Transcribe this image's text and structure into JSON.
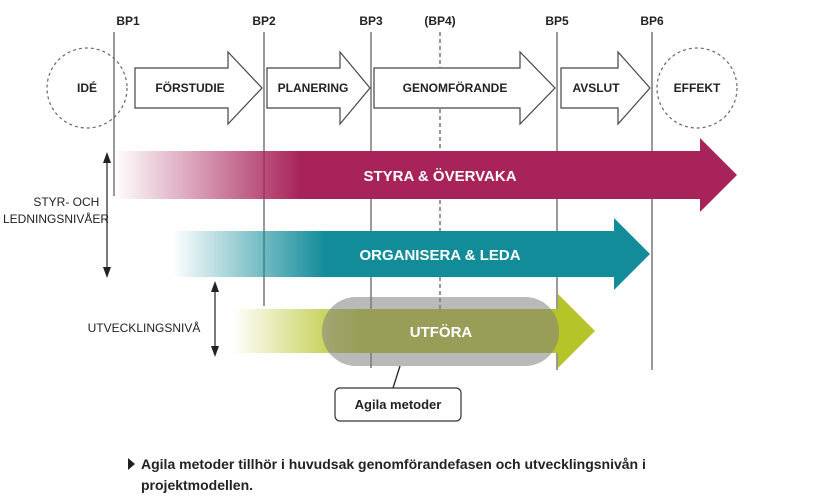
{
  "milestones": [
    "BP1",
    "BP2",
    "BP3",
    "(BP4)",
    "BP5",
    "BP6"
  ],
  "phases": {
    "start": "IDÉ",
    "steps": [
      "FÖRSTUDIE",
      "PLANERING",
      "GENOMFÖRANDE",
      "AVSLUT"
    ],
    "end": "EFFEKT"
  },
  "levels": {
    "management": "STYR- OCH LEDNINGSNIVÅER",
    "management_lines": [
      "STYR- OCH",
      "LEDNINGSNIVÅER"
    ],
    "development": "UTVECKLINGSNIVÅ"
  },
  "arrows": [
    {
      "label": "STYRA & ÖVERVAKA",
      "color": "#a8235a"
    },
    {
      "label": "ORGANISERA & LEDA",
      "color": "#138c9a"
    },
    {
      "label": "UTFÖRA",
      "color": "#b5c428"
    }
  ],
  "agile": {
    "label": "Agila metoder"
  },
  "caption": "Agila metoder tillhör i huvudsak genomförandefasen och utvecklingsnivån i projektmodellen."
}
